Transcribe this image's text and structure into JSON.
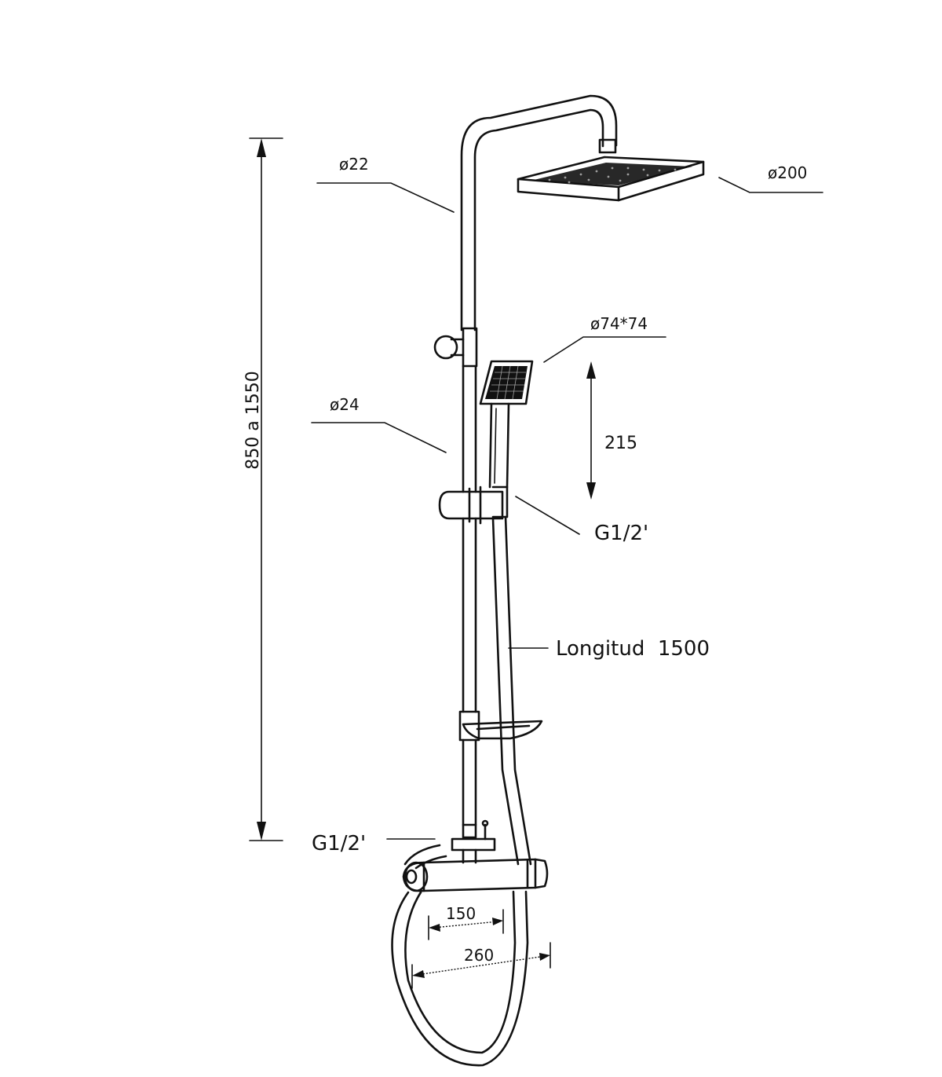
{
  "dimensions": {
    "rail_pipe_diameter": "ø22",
    "head_shower_size": "ø200",
    "hand_shower_size": "ø74*74",
    "slide_bar_diameter": "ø24",
    "hand_shower_length": "215",
    "outlet_thread_upper": "G1/2'",
    "hose_length": "Longitud  1500",
    "total_height": "850 a 1550",
    "inlet_thread_lower": "G1/2'",
    "inlet_spacing": "150",
    "mixer_width": "260"
  }
}
